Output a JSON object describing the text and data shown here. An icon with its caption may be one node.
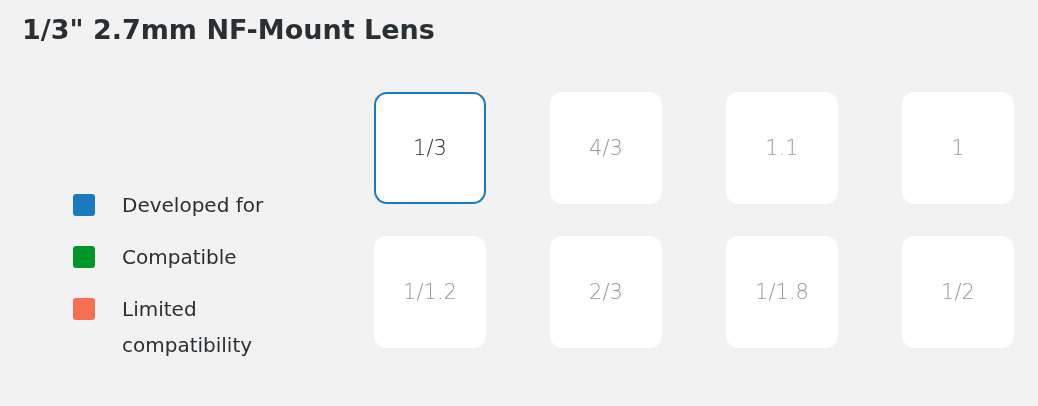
{
  "diagram": {
    "title": "1/3\" 2.7mm NF-Mount Lens",
    "nodes": [
      {
        "text": [
          "1/3"
        ]
      },
      {
        "text": [
          "4/3"
        ]
      },
      {
        "text": [
          "1.1"
        ]
      },
      {
        "text": [
          "1"
        ]
      },
      {
        "text": [
          "1/1.2"
        ]
      },
      {
        "text": [
          "2/3"
        ]
      },
      {
        "text": [
          "1/1.8"
        ]
      },
      {
        "text": [
          "1/2"
        ]
      }
    ],
    "legend": [
      {
        "text": "Developed for",
        "color": "#1a7abf"
      },
      {
        "text": "Compatible",
        "color": "#00962a"
      },
      {
        "text": "Limited compatibility",
        "color": "#f56f50"
      }
    ]
  }
}
